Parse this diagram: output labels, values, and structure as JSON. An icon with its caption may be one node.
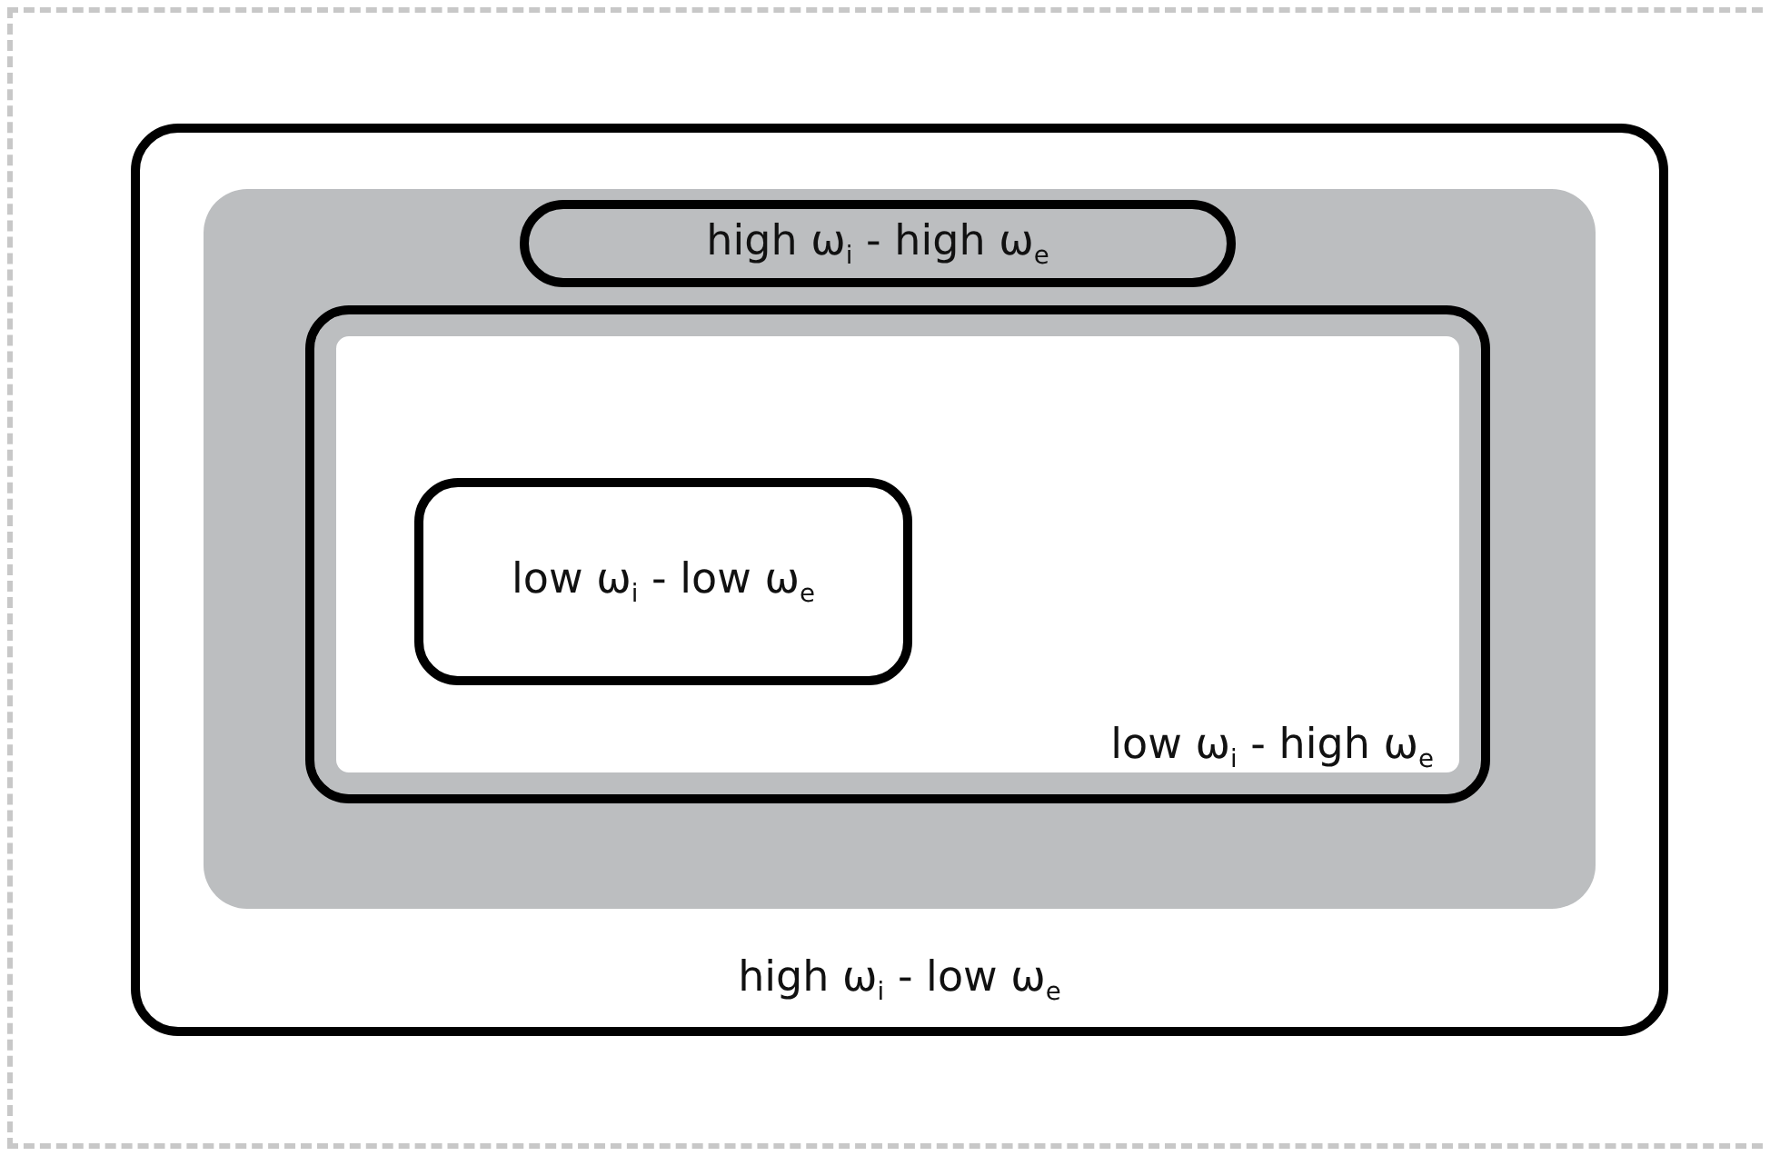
{
  "diagram": {
    "nodes": [
      {
        "text": [
          "high ω$_{i}$ - low ω$_{e}$"
        ]
      },
      {
        "text": [],
        "shape": "box",
        "in": 0
      },
      {
        "text": [
          "high ω$_{i}$ - high ω$_{e}$"
        ],
        "in": 1
      },
      {
        "text": [
          "low ω$_{i}$ - high ω$_{e}$"
        ],
        "in": 1
      },
      {
        "text": [
          "low ω$_{i}$ - low ω$_{e}$"
        ],
        "in": 3
      }
    ]
  }
}
